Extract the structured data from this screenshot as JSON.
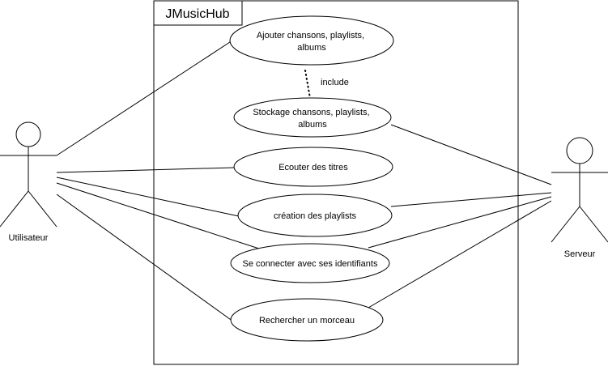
{
  "system": {
    "title": "JMusicHub"
  },
  "actors": {
    "user": {
      "label": "Utilisateur"
    },
    "server": {
      "label": "Serveur"
    }
  },
  "use_cases": {
    "add": {
      "line1": "Ajouter chansons, playlists,",
      "line2": "albums"
    },
    "store": {
      "line1": "Stockage chansons, playlists,",
      "line2": "albums"
    },
    "listen": {
      "label": "Ecouter des titres"
    },
    "playlists": {
      "label": "création des playlists"
    },
    "login": {
      "label": "Se connecter avec ses identifiants"
    },
    "search": {
      "label": "Rechercher un morceau"
    }
  },
  "relations": {
    "include": {
      "label": "include"
    }
  }
}
